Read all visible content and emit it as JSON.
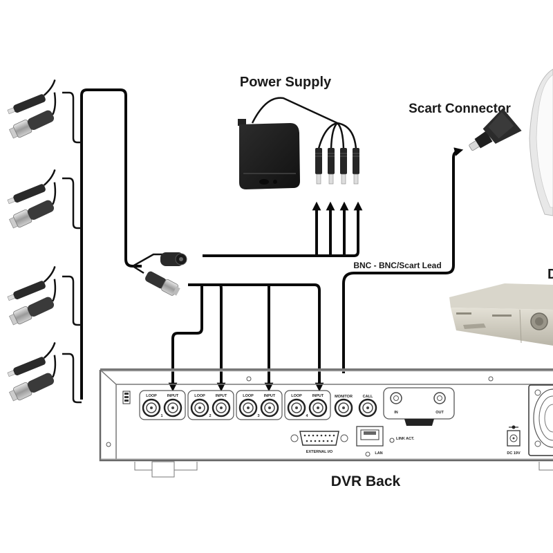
{
  "labels": {
    "power_supply": "Power Supply",
    "scart_connector": "Scart Connector",
    "lead": "BNC - BNC/Scart Lead",
    "dvr_back": "DVR Back",
    "dvr_front_partial": "D"
  },
  "dvr_panel": {
    "channels": [
      {
        "number": "1",
        "loop": "LOOP",
        "input": "INPUT"
      },
      {
        "number": "2",
        "loop": "LOOP",
        "input": "INPUT"
      },
      {
        "number": "3",
        "loop": "LOOP",
        "input": "INPUT"
      },
      {
        "number": "4",
        "loop": "LOOP",
        "input": "INPUT"
      }
    ],
    "monitor": "MONITOR",
    "call": "CALL",
    "audio_in": "IN",
    "audio_out": "OUT",
    "external_io": "EXTERNAL I/O",
    "lan": "LAN",
    "link_act": "LINK ACT.",
    "dc": "DC 19V"
  },
  "cameras": {
    "count": 4
  },
  "power_plugs": {
    "count": 4
  }
}
